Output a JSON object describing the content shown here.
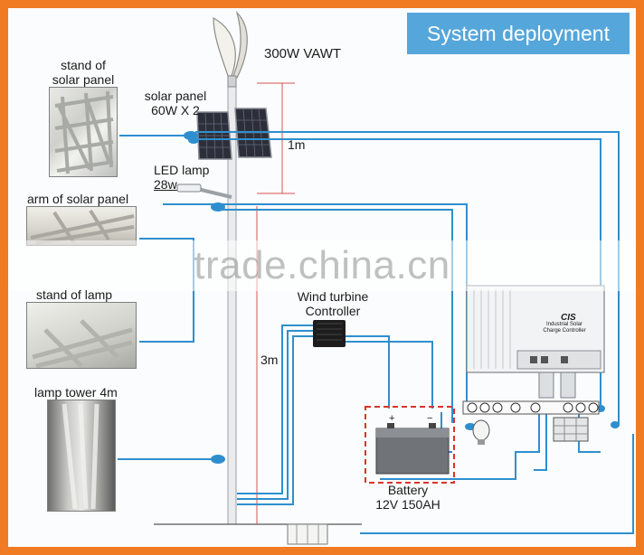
{
  "title": "System deployment",
  "labels": {
    "vawt": "300W VAWT",
    "stand_solar": [
      "stand of",
      "solar panel"
    ],
    "solar_panel": [
      "solar panel",
      "60W X 2"
    ],
    "one_meter": "1m",
    "led_lamp": [
      "LED lamp",
      "28w"
    ],
    "arm_solar": "arm of solar panel",
    "stand_lamp": "stand of lamp",
    "wind_controller": [
      "Wind turbine",
      "Controller"
    ],
    "three_meter": "3m",
    "lamp_tower": "lamp tower 4m",
    "battery": [
      "Battery",
      "12V 150AH"
    ],
    "controller_brand": "CIS",
    "controller_desc": [
      "Industrial Solar",
      "Charge Controller"
    ]
  },
  "watermark": "trade.china.cn",
  "colors": {
    "frame": "#f07b22",
    "title_bg": "#55a6da",
    "wire": "#2f8fce",
    "battery_dash": "#d9342b"
  },
  "icons": [
    "wind-turbine-icon",
    "solar-panel-icon",
    "street-lamp-icon",
    "battery-icon",
    "charge-controller-icon",
    "lamp-bulb-icon"
  ]
}
